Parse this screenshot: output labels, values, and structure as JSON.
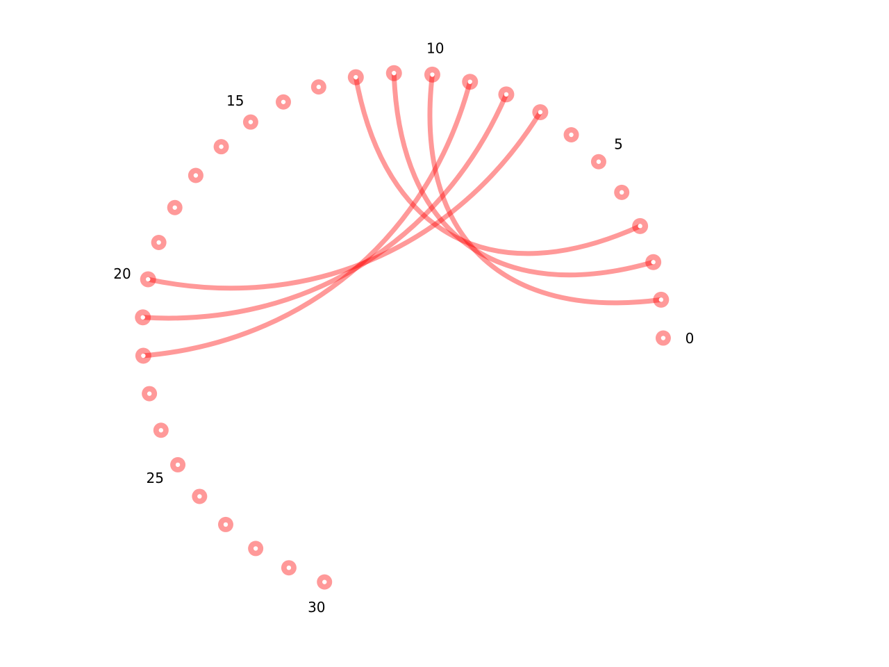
{
  "diagram": {
    "type": "circular-arc-diagram",
    "node_count": 31,
    "colors": {
      "accent": "#ff0000",
      "label": "#000000",
      "background": "#ffffff"
    },
    "labels": [
      {
        "node": 0,
        "text": "0"
      },
      {
        "node": 5,
        "text": "5"
      },
      {
        "node": 10,
        "text": "10"
      },
      {
        "node": 15,
        "text": "15"
      },
      {
        "node": 20,
        "text": "20"
      },
      {
        "node": 25,
        "text": "25"
      },
      {
        "node": 30,
        "text": "30"
      }
    ],
    "links": [
      {
        "source": 1,
        "target": 10
      },
      {
        "source": 2,
        "target": 11
      },
      {
        "source": 3,
        "target": 12
      },
      {
        "source": 9,
        "target": 22
      },
      {
        "source": 8,
        "target": 21
      },
      {
        "source": 7,
        "target": 20
      }
    ]
  }
}
